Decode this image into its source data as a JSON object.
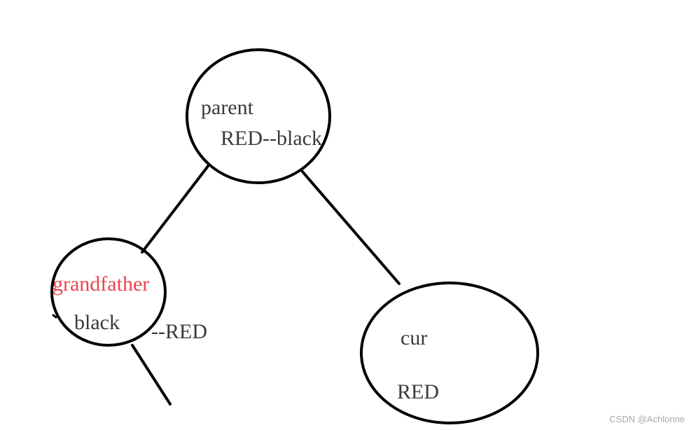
{
  "diagram": {
    "parent": {
      "name": "parent",
      "color_label": "RED--black"
    },
    "grandfather": {
      "name": "grandfather",
      "color_label": "black",
      "color_label_suffix": "--RED"
    },
    "cur": {
      "name": "cur",
      "color_label": "RED"
    }
  },
  "colors": {
    "stroke": "#000000",
    "text": "#3a3a3a",
    "highlight": "#e8454f"
  },
  "watermark": "CSDN @Achlorine"
}
